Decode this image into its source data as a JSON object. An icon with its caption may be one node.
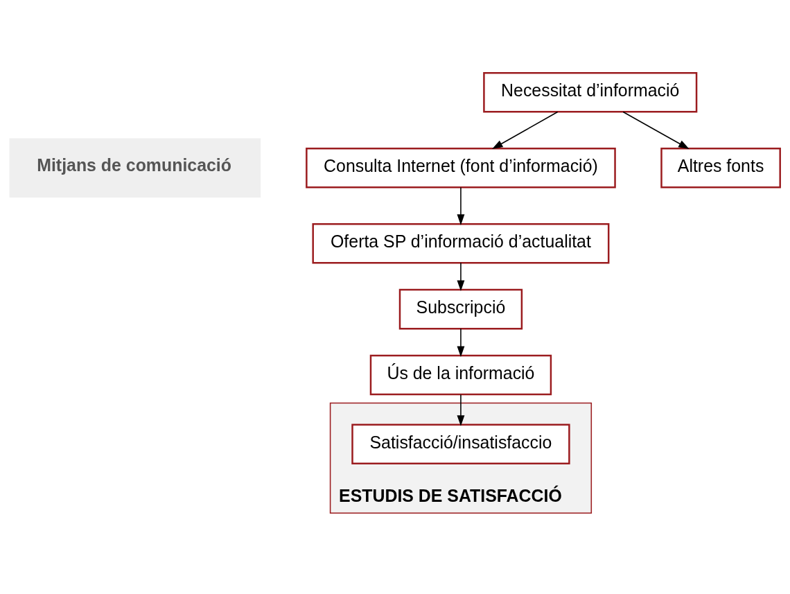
{
  "diagram": {
    "nodes": [
      {
        "text": [
          "Necessitat d’informació"
        ]
      },
      {
        "text": [
          "Mitjans de comunicació"
        ]
      },
      {
        "text": [
          "Consulta Internet (font d’informació)"
        ]
      },
      {
        "text": [
          "Altres fonts"
        ]
      },
      {
        "text": [
          "Oferta SP d’informació d’actualitat"
        ]
      },
      {
        "text": [
          "Subscripció"
        ]
      },
      {
        "text": [
          "Ús de la informació"
        ]
      },
      {
        "text": [
          "ESTUDIS DE SATISFACCIÓ"
        ]
      },
      {
        "text": [
          "Satisfacció/insatisfaccio"
        ],
        "in": 7
      }
    ],
    "edges": [
      {
        "from": 0,
        "to": 2,
        "arrow": "to"
      },
      {
        "from": 0,
        "to": 3,
        "arrow": "to"
      },
      {
        "from": 2,
        "to": 4,
        "arrow": "to"
      },
      {
        "from": 4,
        "to": 5,
        "arrow": "to"
      },
      {
        "from": 5,
        "to": 6,
        "arrow": "to"
      },
      {
        "from": 6,
        "to": 8,
        "arrow": "to"
      }
    ]
  }
}
